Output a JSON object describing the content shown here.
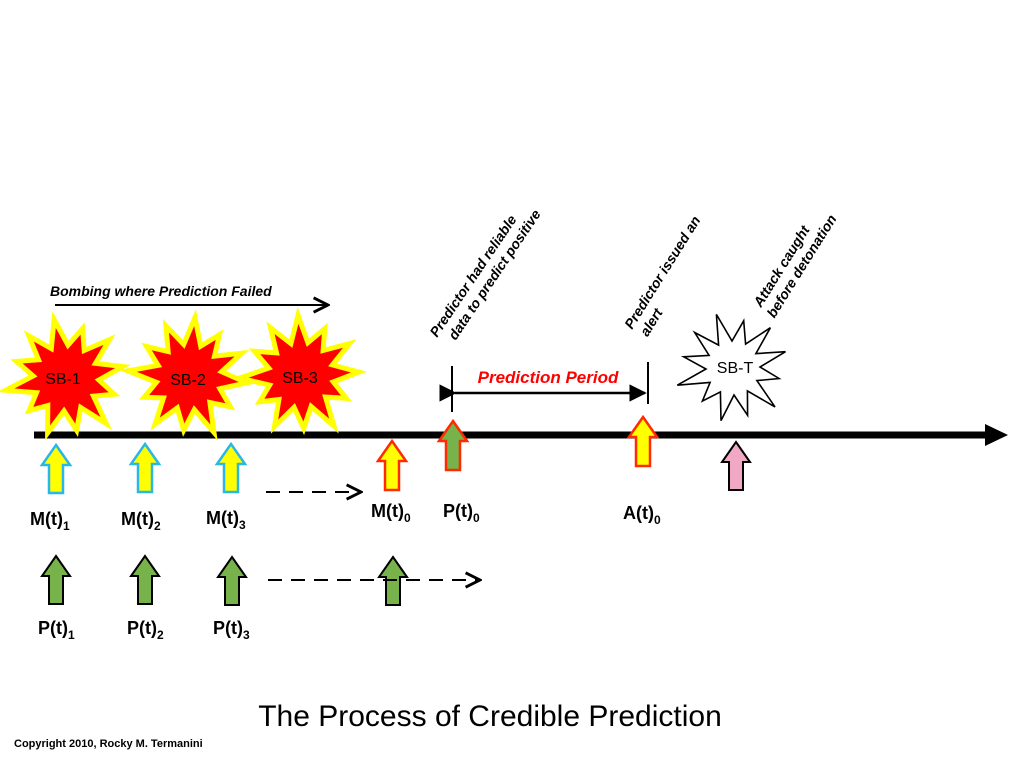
{
  "title": "The Process of Credible Prediction",
  "copyright": "Copyright 2010, Rocky M. Termanini",
  "failed_label": "Bombing where Prediction Failed",
  "prediction_period": "Prediction Period",
  "annotations": {
    "reliable_line1": "Predictor had reliable",
    "reliable_line2": "data to predict positive",
    "alert_line1": "Predictor issued an",
    "alert_line2": "alert",
    "caught_line1": "Attack caught",
    "caught_line2": "before detonation"
  },
  "bursts": {
    "sb1": "SB-1",
    "sb2": "SB-2",
    "sb3": "SB-3",
    "sbt": "SB-T"
  },
  "labels": {
    "m1": {
      "base": "M(t)",
      "sub": "1"
    },
    "m2": {
      "base": "M(t)",
      "sub": "2"
    },
    "m3": {
      "base": "M(t)",
      "sub": "3"
    },
    "m0": {
      "base": "M(t)",
      "sub": "0"
    },
    "p0": {
      "base": "P(t)",
      "sub": "0"
    },
    "a0": {
      "base": "A(t)",
      "sub": "0"
    },
    "p1": {
      "base": "P(t)",
      "sub": "1"
    },
    "p2": {
      "base": "P(t)",
      "sub": "2"
    },
    "p3": {
      "base": "P(t)",
      "sub": "3"
    }
  },
  "colors": {
    "timeline": "#000000",
    "burst_fill": "#ff0000",
    "burst_stroke": "#ffff00",
    "sbt_fill": "#ffffff",
    "yellow": "#ffff00",
    "green": "#77b24a",
    "pink": "#f0a8c4",
    "cyan_stroke": "#29b6e8",
    "red_stroke": "#ff2a00",
    "period_text": "#ff0000"
  }
}
